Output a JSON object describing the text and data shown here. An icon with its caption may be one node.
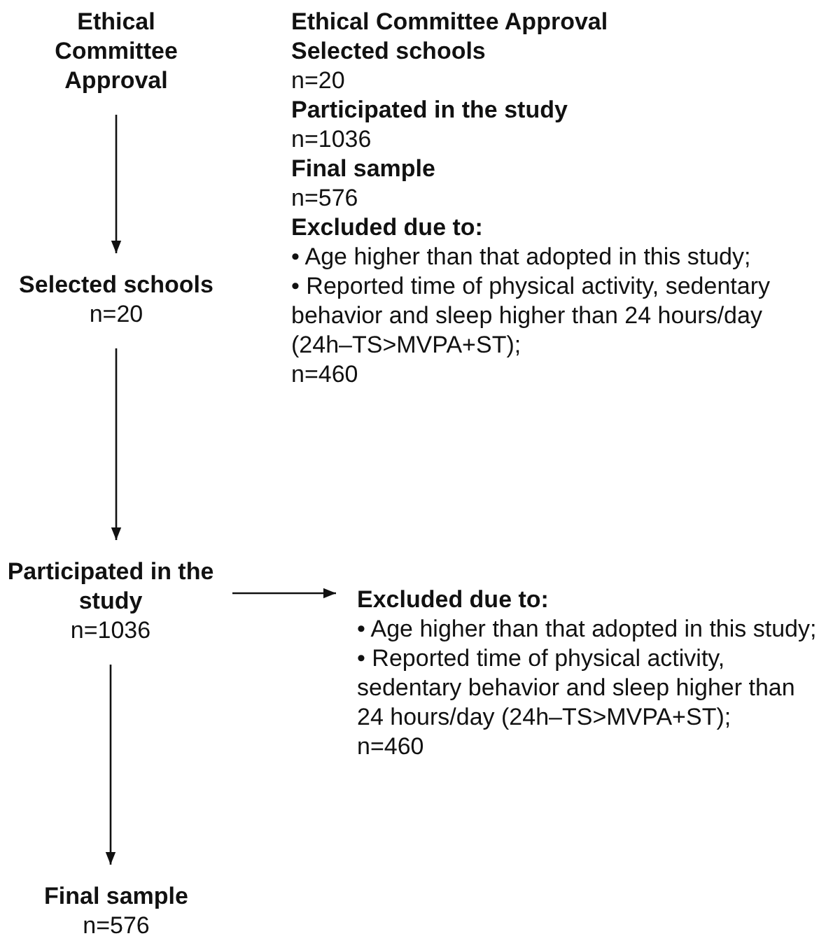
{
  "diagram": {
    "nodes": [
      {
        "text": [
          "Ethical Committee Approval"
        ]
      },
      {
        "text": [
          "Selected schools",
          "n=20"
        ]
      },
      {
        "text": [
          "Participated in the study",
          "n=1036"
        ]
      },
      {
        "text": [
          "Final sample",
          "n=576"
        ]
      },
      {
        "text": [
          "Excluded due to:",
          "• Age higher than that adopted in this study;",
          "• Reported time of physical activity, sedentary behavior and sleep higher than 24 hours/day (24h–TS>MVPA+ST);",
          "n=460"
        ]
      }
    ],
    "edges": [
      {
        "from": 0,
        "to": 1,
        "arrow": "to"
      },
      {
        "from": 1,
        "to": 2,
        "arrow": "to"
      },
      {
        "from": 2,
        "to": 3,
        "arrow": "to"
      },
      {
        "from": 2,
        "to": 4,
        "arrow": "to"
      }
    ],
    "labels": [
      "Ethical Committee Approval",
      "Selected schools",
      "n=20",
      "Participated in the study",
      "n=1036",
      "Final sample",
      "n=576",
      "Excluded due to:",
      "• Age higher than that adopted in this study;",
      "• Reported time of physical activity, sedentary behavior and sleep higher than 24 hours/day (24h–TS>MVPA+ST);",
      "n=460"
    ]
  }
}
